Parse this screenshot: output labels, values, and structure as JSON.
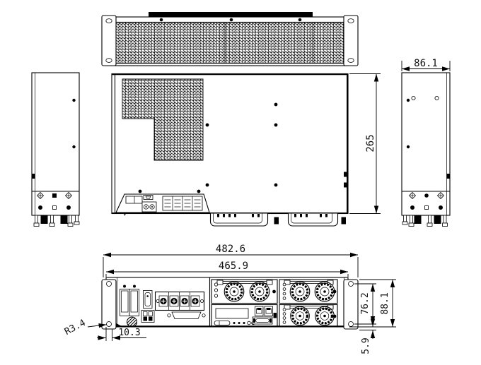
{
  "drawing": {
    "type": "engineering-dimension-drawing",
    "colors": {
      "line": "#000000",
      "background": "#ffffff"
    },
    "dims": {
      "total_width": "482.6",
      "inner_width": "465.9",
      "side_depth": "86.1",
      "chassis_depth": "265",
      "ear_hole_spacing": "76.2",
      "panel_height": "88.1",
      "bottom_offset": "5.9",
      "ear_hole_radius": "R3.4",
      "ear_hole_offset": "10.3"
    }
  }
}
